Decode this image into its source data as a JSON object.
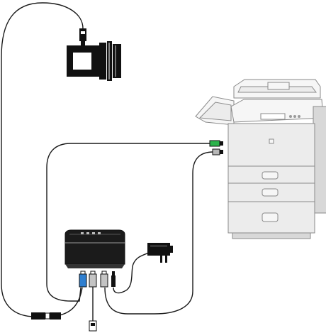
{
  "diagram": {
    "components": [
      {
        "id": "scanner-camera-unit",
        "icon": "camera-icon"
      },
      {
        "id": "multifunction-copier",
        "icon": "copier-icon"
      },
      {
        "id": "network-interface-box",
        "icon": "router-box-icon"
      },
      {
        "id": "ac-power-adapter",
        "icon": "power-adapter-icon"
      }
    ],
    "connectors": [
      {
        "id": "copier-port-green",
        "color": "#2bb34a"
      },
      {
        "id": "copier-port-gray",
        "color": "#b8b8b8"
      },
      {
        "id": "box-port-blue",
        "color": "#2f7fd0"
      },
      {
        "id": "box-port-gray-1",
        "color": "#c4c4c4"
      },
      {
        "id": "box-port-gray-2",
        "color": "#c4c4c4"
      },
      {
        "id": "box-power-jack",
        "color": "#111111"
      }
    ],
    "colors": {
      "cable": "#1a1a1a",
      "copier_body": "#ececec",
      "copier_outline": "#8a8a8a",
      "device_dark": "#1b1b1b"
    }
  }
}
